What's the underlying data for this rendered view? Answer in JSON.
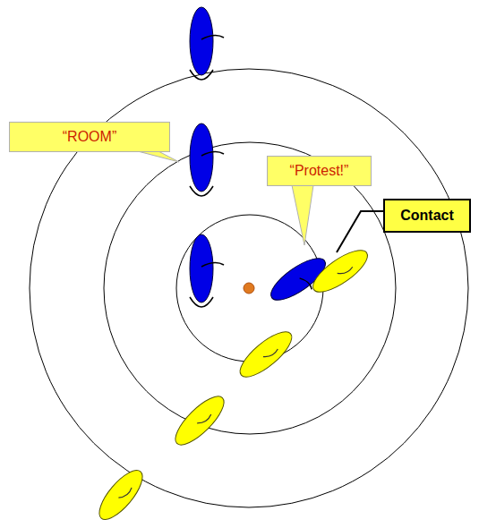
{
  "diagram": {
    "nodes": [
      {
        "text": [
          "“ROOM”"
        ]
      },
      {
        "text": [
          "“Protest!”"
        ]
      },
      {
        "text": [
          "Contact"
        ]
      }
    ]
  }
}
